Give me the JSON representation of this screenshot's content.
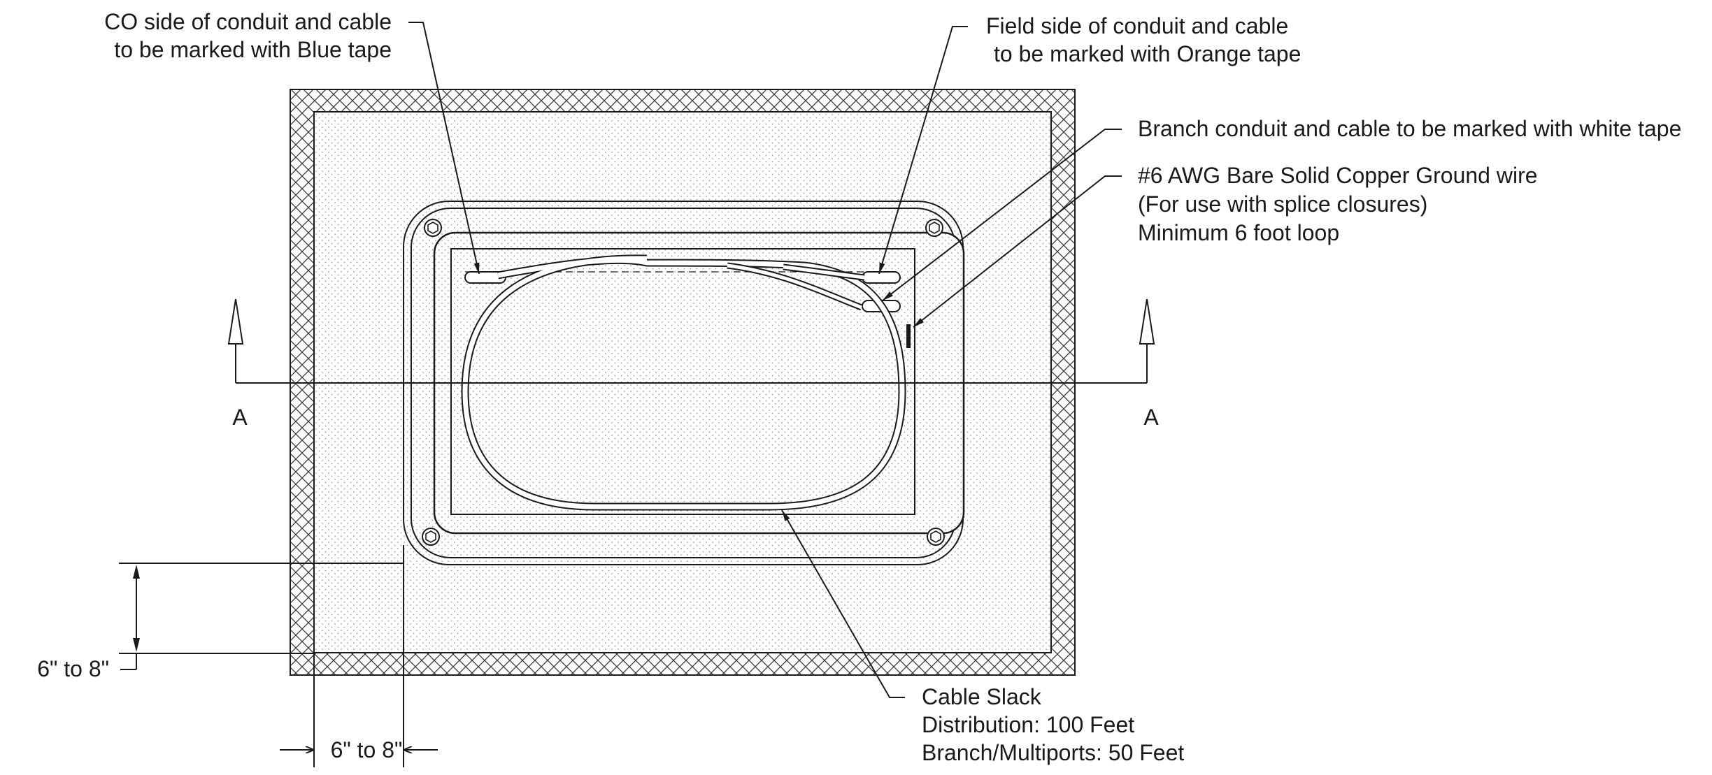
{
  "callouts": {
    "co_side": [
      "CO side of conduit and cable",
      "to be marked with Blue tape"
    ],
    "field_side": [
      "Field side of conduit and cable",
      "to be marked with Orange tape"
    ],
    "branch": [
      "Branch conduit and cable to be marked with white tape"
    ],
    "ground_wire": [
      "#6 AWG Bare Solid Copper Ground wire",
      "(For use with splice closures)",
      "Minimum 6 foot loop"
    ],
    "cable_slack": [
      "Cable Slack",
      "Distribution: 100 Feet",
      "Branch/Multiports: 50 Feet"
    ]
  },
  "section_marks": {
    "left": "A",
    "right": "A"
  },
  "dimensions": {
    "vertical": "6\" to 8\"",
    "horizontal": "6\" to 8\""
  }
}
